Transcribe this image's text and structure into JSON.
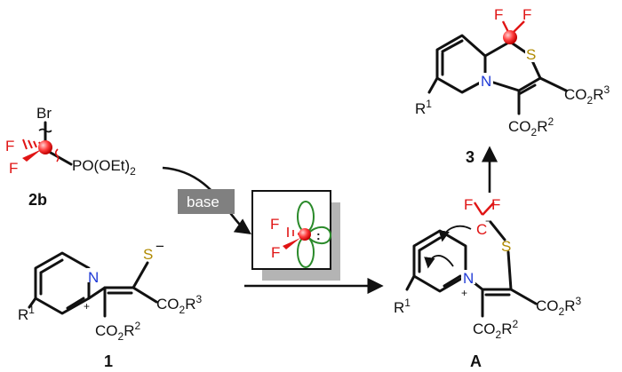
{
  "colors": {
    "nitrogen": "#1f3ad6",
    "sulfur": "#b08a00",
    "fluorine": "#e01414",
    "carbon_radical": "#ff3c3c",
    "orbital": "#2a8a2a",
    "base_box": "#808080",
    "shadow": "#b4b4b4"
  },
  "reagent_2b": {
    "Br": "Br",
    "F1": "F",
    "F2": "F",
    "group": "PO(OEt)",
    "group_sub": "2",
    "label": "2b"
  },
  "reagent_box": {
    "text": "base"
  },
  "carbene_box": {
    "F1": "F",
    "F2": "F",
    "dots": ":"
  },
  "compound_1": {
    "N": "N",
    "plus": "+",
    "S": "S",
    "minus": "−",
    "R1": "R",
    "R1_sup": "1",
    "CO2R3": "CO",
    "CO2R3_sub": "2",
    "CO2R3_R": "R",
    "CO2R3_sup": "3",
    "CO2R2": "CO",
    "CO2R2_sub": "2",
    "CO2R2_R": "R",
    "CO2R2_sup": "2",
    "label": "1"
  },
  "intermediate_A": {
    "F1": "F",
    "F2": "F",
    "C": "C",
    "minus": "−",
    "S": "S",
    "N": "N",
    "plus": "+",
    "R1": "R",
    "R1_sup": "1",
    "CO2R3": "CO",
    "CO2R3_sub": "2",
    "CO2R3_R": "R",
    "CO2R3_sup": "3",
    "CO2R2": "CO",
    "CO2R2_sub": "2",
    "CO2R2_R": "R",
    "CO2R2_sup": "2",
    "label": "A"
  },
  "product_3": {
    "F1": "F",
    "F2": "F",
    "S": "S",
    "N": "N",
    "R1": "R",
    "R1_sup": "1",
    "CO2R3": "CO",
    "CO2R3_sub": "2",
    "CO2R3_R": "R",
    "CO2R3_sup": "3",
    "CO2R2": "CO",
    "CO2R2_sub": "2",
    "CO2R2_R": "R",
    "CO2R2_sup": "2",
    "label": "3"
  }
}
